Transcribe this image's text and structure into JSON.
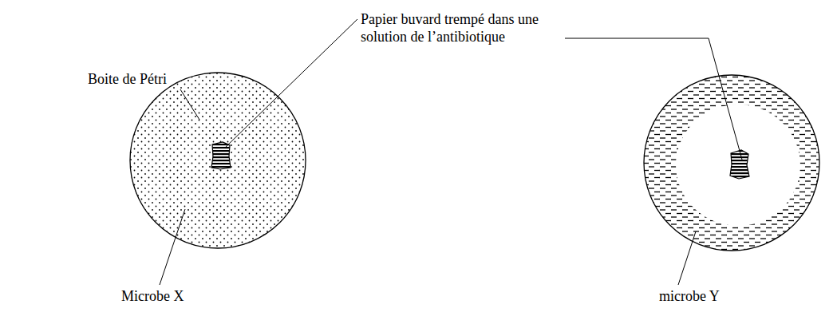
{
  "diagram": {
    "labels": [
      "Papier buvard trempé dans une solution de l’antibiotique",
      "Boite de Pétri",
      "Microbe X",
      "microbe Y"
    ]
  }
}
